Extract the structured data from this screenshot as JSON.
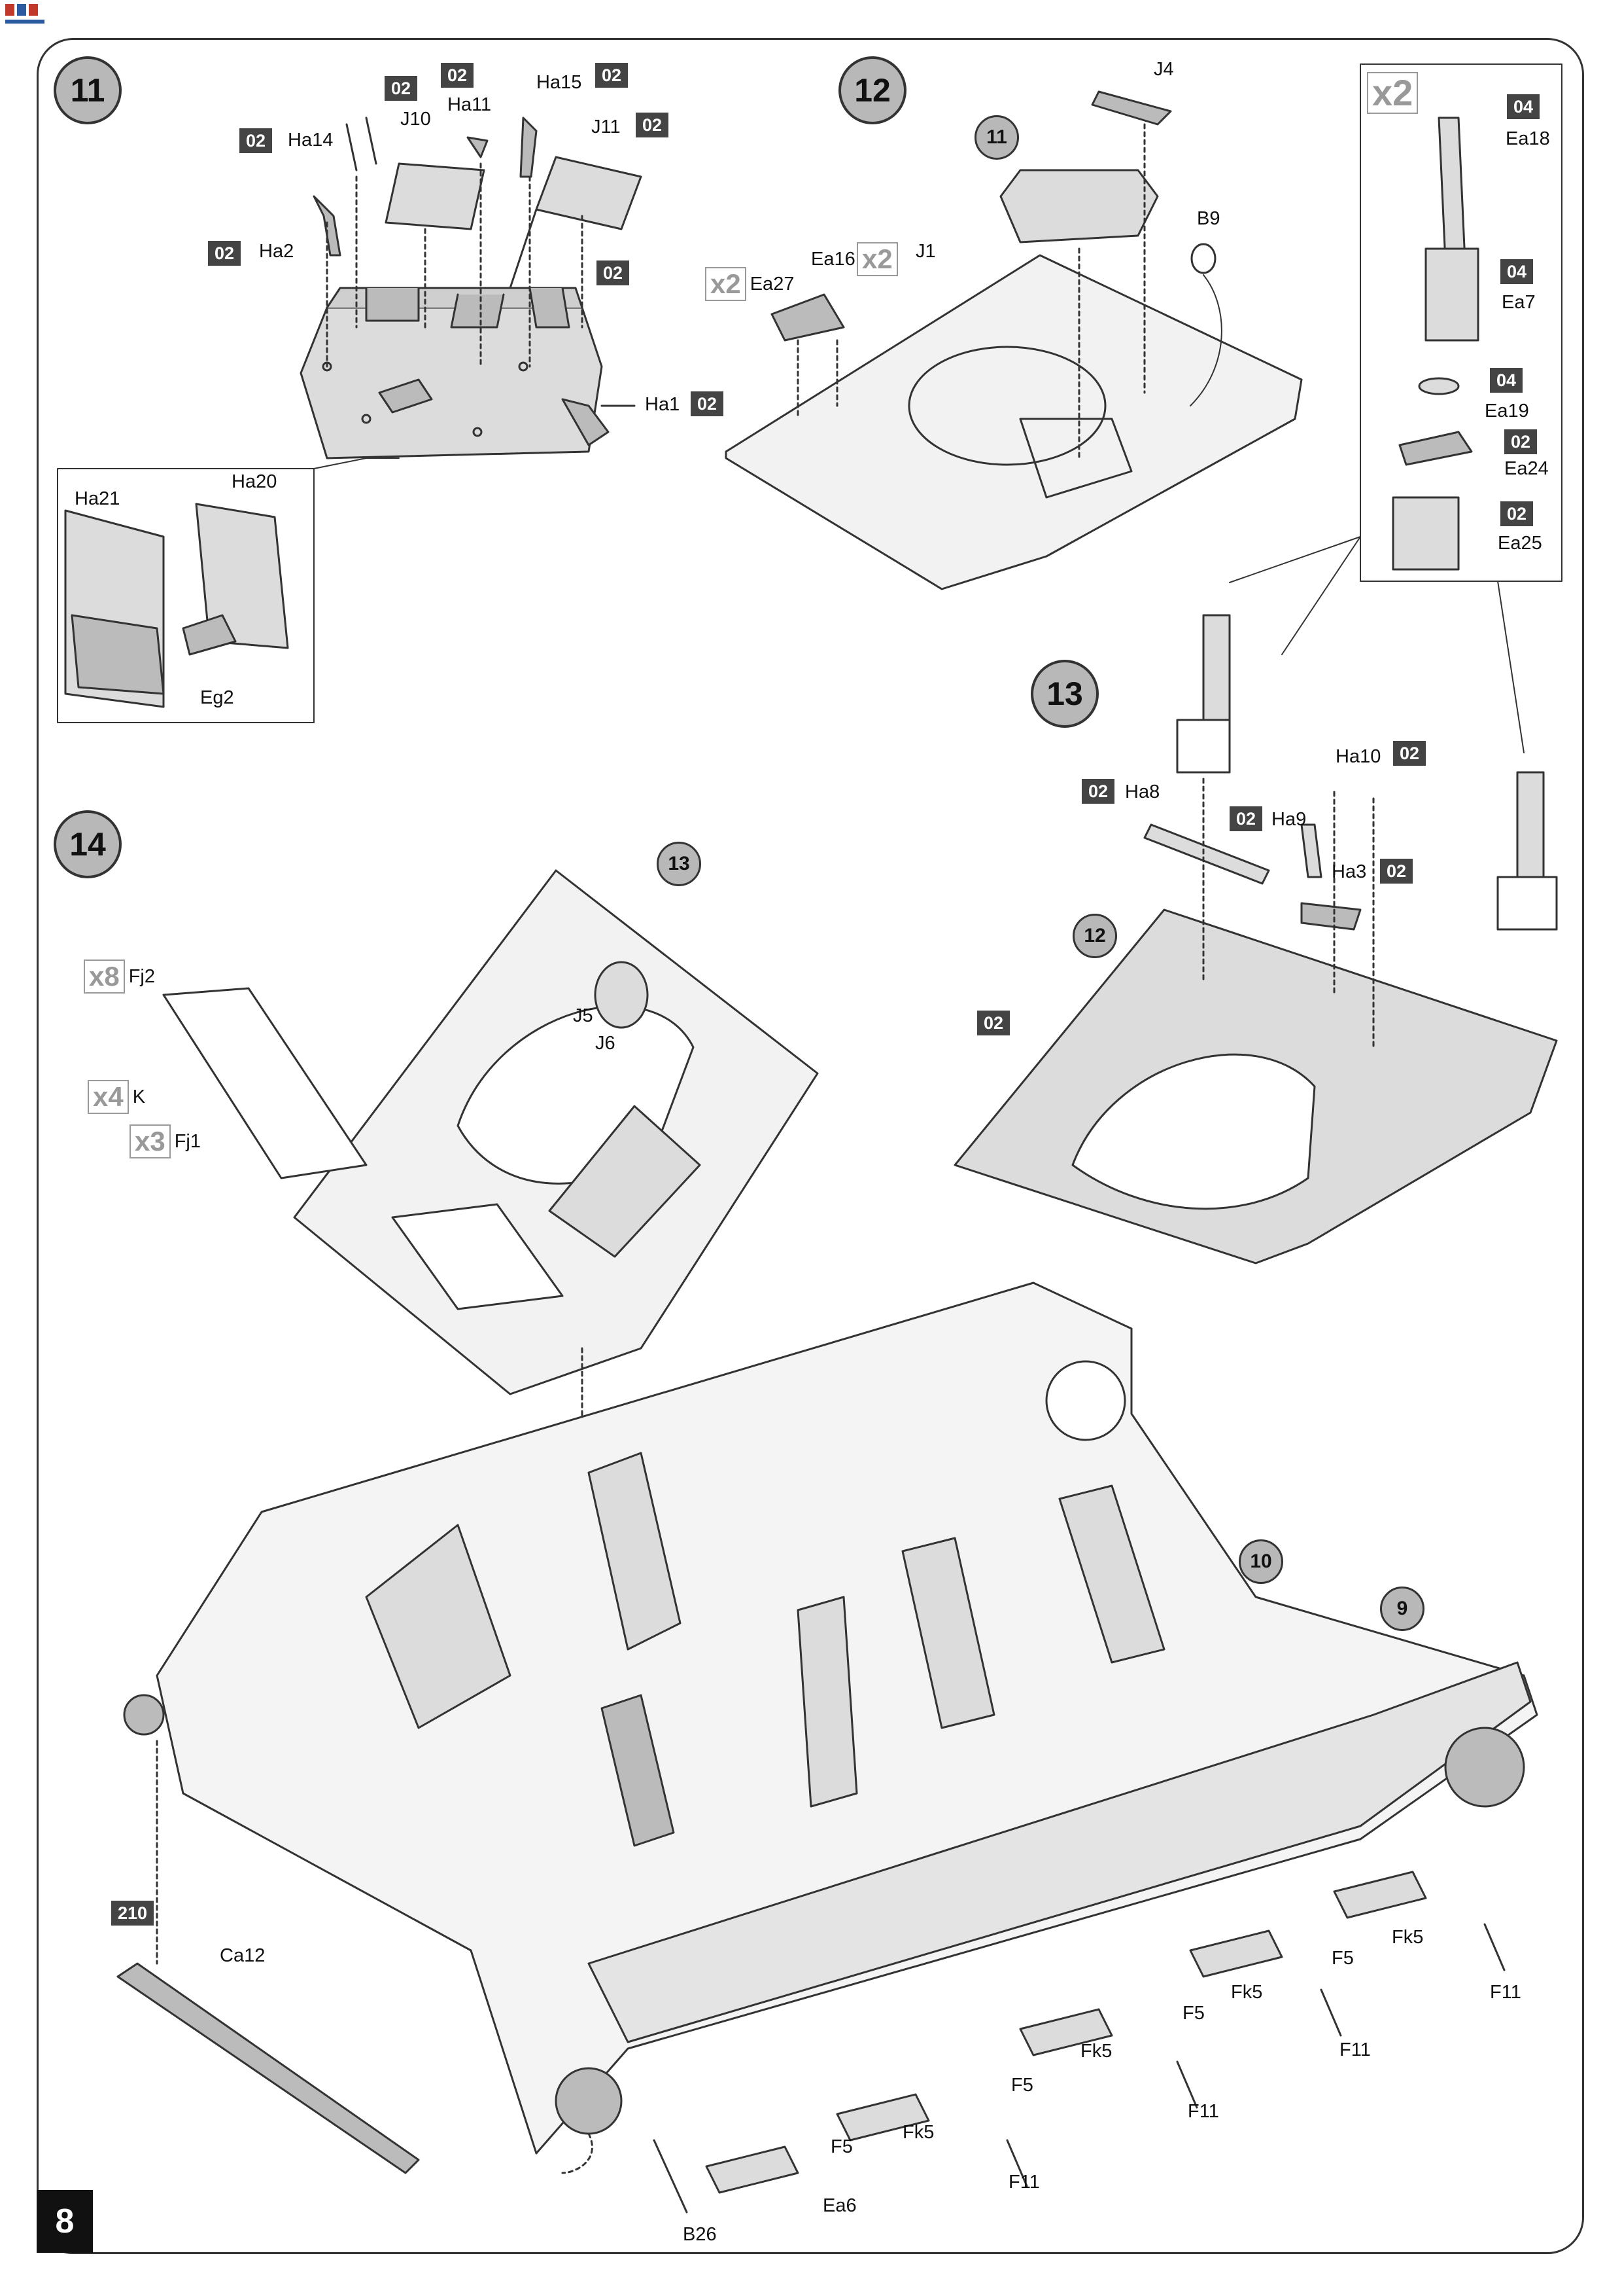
{
  "page_number": "8",
  "colors": {
    "paint_chip": "#444444",
    "step_circle": "#b8b8b8",
    "part_fill": "#dcdcdc",
    "line": "#333333"
  },
  "steps": {
    "s11": "11",
    "s12": "12",
    "s13": "13",
    "s14": "14",
    "sub12_11": "11",
    "sub13_12": "12",
    "sub14_13": "13",
    "sub14_10": "10",
    "sub14_9": "9"
  },
  "parts": {
    "ha14": "Ha14",
    "j10": "J10",
    "ha11": "Ha11",
    "ha15": "Ha15",
    "j11": "J11",
    "ha2": "Ha2",
    "ha1": "Ha1",
    "ha21": "Ha21",
    "ha20": "Ha20",
    "eg2": "Eg2",
    "j4": "J4",
    "b9": "B9",
    "ea16": "Ea16",
    "j1": "J1",
    "ea27": "Ea27",
    "ea18": "Ea18",
    "ea7": "Ea7",
    "ea19": "Ea19",
    "ea24": "Ea24",
    "ea25": "Ea25",
    "ha10": "Ha10",
    "ha8": "Ha8",
    "ha9": "Ha9",
    "ha3": "Ha3",
    "fj2": "Fj2",
    "k": "K",
    "fj1": "Fj1",
    "j5": "J5",
    "j6": "J6",
    "ca12": "Ca12",
    "b26": "B26",
    "ea6": "Ea6",
    "f5": "F5",
    "fk5": "Fk5",
    "f11": "F11"
  },
  "paint": {
    "c02": "02",
    "c04": "04",
    "c210": "210"
  },
  "multipliers": {
    "x2": "x2",
    "x8": "x8",
    "x4": "x4",
    "x3": "x3"
  }
}
